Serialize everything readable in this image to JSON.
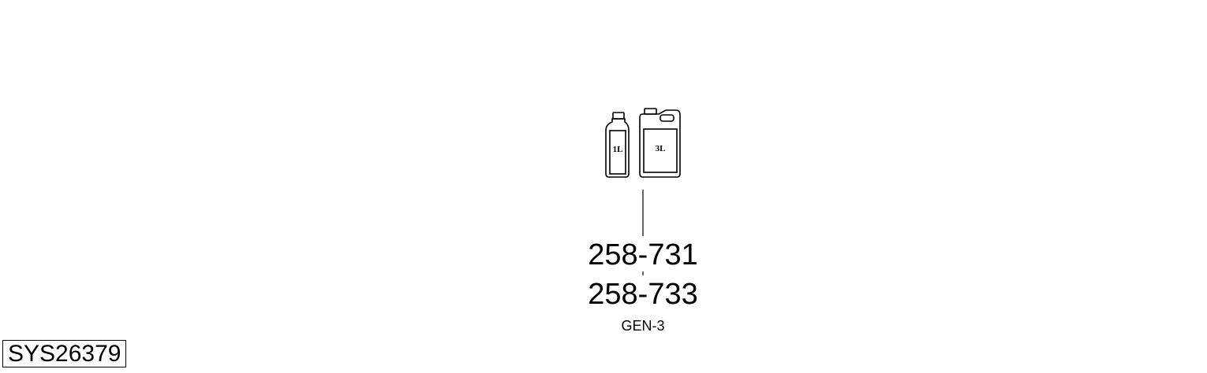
{
  "containers": [
    {
      "name": "bottle",
      "label": "1L"
    },
    {
      "name": "canister",
      "label": "3L"
    }
  ],
  "part_numbers": [
    "258-731",
    "258-733"
  ],
  "variant": "GEN-3",
  "diagram_id": "SYS26379"
}
